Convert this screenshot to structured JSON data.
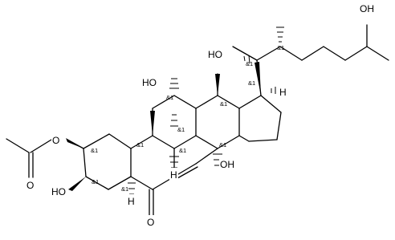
{
  "atom_labels": {
    "oh_top": "OH",
    "oh_side_chain": "HO",
    "oh_c11": "HO",
    "oh_c14": "OH",
    "oh_c3": "HO",
    "o_acetate": "O",
    "o_carbonyl_acetate": "O",
    "o_ketone": "O",
    "h_c17": "H",
    "h_c9": "H",
    "h_c5": "H"
  },
  "stereo_label": "&1"
}
